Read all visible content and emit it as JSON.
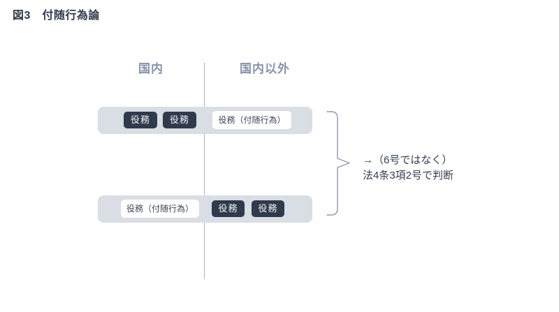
{
  "title": "図3　付随行為論",
  "diagram": {
    "column_headers": {
      "left": "国内",
      "right": "国内以外"
    },
    "bands": [
      {
        "position": "top",
        "items": [
          {
            "label": "役務",
            "variant": "dark",
            "side": "domestic"
          },
          {
            "label": "役務",
            "variant": "dark",
            "side": "domestic"
          },
          {
            "label": "役務（付随行為）",
            "variant": "light",
            "side": "non-domestic"
          }
        ]
      },
      {
        "position": "bottom",
        "items": [
          {
            "label": "役務（付随行為）",
            "variant": "light",
            "side": "domestic"
          },
          {
            "label": "役務",
            "variant": "dark",
            "side": "non-domestic"
          },
          {
            "label": "役務",
            "variant": "dark",
            "side": "non-domestic"
          }
        ]
      }
    ],
    "annotation": {
      "line1": "→（6号ではなく）",
      "line2": "法4条3項2号で判断"
    }
  },
  "icons": {
    "brace": "right-curly-brace"
  },
  "colors": {
    "title_text": "#323c4e",
    "header_text": "#8593ab",
    "band_background": "#d9dde4",
    "dark_chip_background": "#2f3a4b",
    "dark_chip_text": "#f4f6f8",
    "light_chip_background": "#ffffff",
    "light_chip_text": "#3c4759",
    "divider_line": "#a9b2c2",
    "brace_stroke": "#8e9aad",
    "annotation_text": "#333e50"
  }
}
